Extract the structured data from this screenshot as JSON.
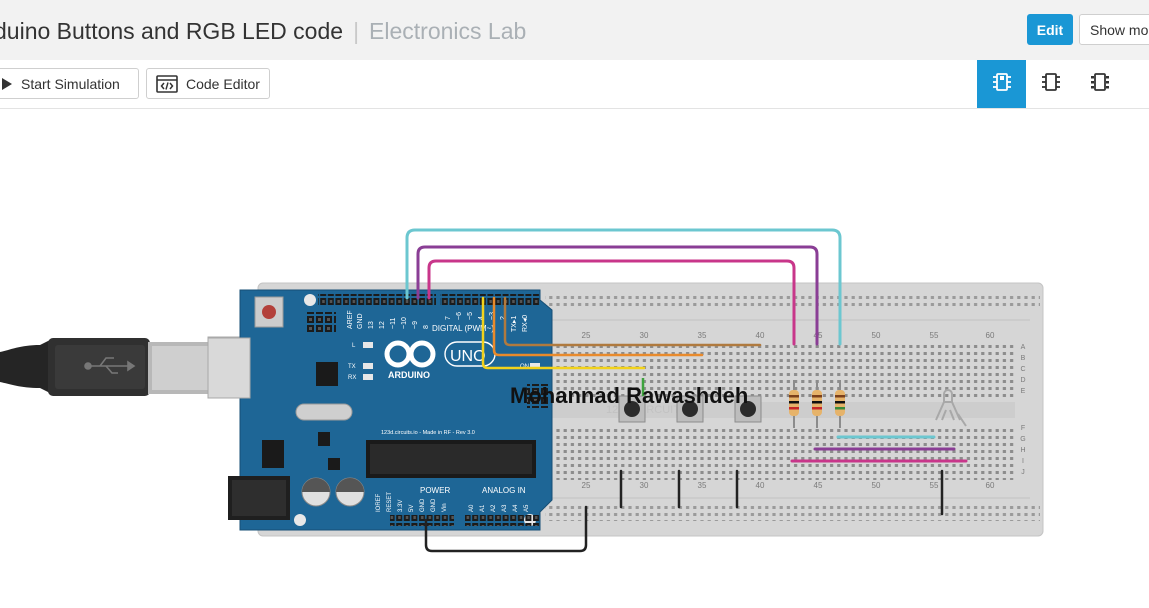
{
  "header": {
    "title": "duino Buttons and RGB LED code",
    "separator": "|",
    "lab_name": "Electronics Lab",
    "edit_label": "Edit",
    "show_more_label": "Show mo"
  },
  "toolbar": {
    "start_simulation_label": "Start Simulation",
    "code_editor_label": "Code Editor"
  },
  "view_buttons": [
    {
      "icon": "breadboard-view-icon",
      "active": true
    },
    {
      "icon": "schematic-view-icon",
      "active": false
    },
    {
      "icon": "pcb-view-icon",
      "active": false
    },
    {
      "icon": "component-list-icon",
      "active": false
    }
  ],
  "canvas": {
    "author_label": "Mohannad Rawashdeh",
    "board_labels": {
      "digital": "DIGITAL (PWM~)",
      "brand": "ARDUINO",
      "model": "UNO",
      "power": "POWER",
      "analog": "ANALOG IN",
      "made_in": "123d.circuits.io - Made in RF - Rev 3.0",
      "aref": "AREF",
      "gnd": "GND",
      "tx": "TX",
      "rx": "RX",
      "l": "L",
      "on": "ON",
      "pin13": "13",
      "pin12": "12",
      "pin11": "~11",
      "pin10": "~10",
      "pin9": "~9",
      "pin8": "8",
      "pin7": "7",
      "pin6": "~6",
      "pin5": "~5",
      "pin4": "4",
      "pin3": "~3",
      "pin2": "2",
      "pin1": "TX▸1",
      "pin0": "RX◂0",
      "ioref": "IOREF",
      "reset": "RESET",
      "v33": "3.3V",
      "v5": "5V",
      "vin": "Vin",
      "a0": "A0",
      "a1": "A1",
      "a2": "A2",
      "a3": "A3",
      "a4": "A4",
      "a5": "A5"
    },
    "breadboard_columns": [
      "25",
      "30",
      "35",
      "40",
      "45",
      "50",
      "55",
      "60"
    ],
    "breadboard_rows_top": [
      "A",
      "B",
      "C",
      "D",
      "E"
    ],
    "breadboard_rows_bottom": [
      "F",
      "G",
      "H",
      "I",
      "J"
    ],
    "watermark": "123D CIRCUITS"
  },
  "colors": {
    "accent": "#1a97d5",
    "board": "#1e6696",
    "wire_cyan": "#6cc7d0",
    "wire_purple": "#8a3e95",
    "wire_magenta": "#c8368a",
    "wire_orange": "#e98a2b",
    "wire_brown": "#b07a3e",
    "wire_yellow": "#f2d21b",
    "wire_black": "#222222"
  }
}
